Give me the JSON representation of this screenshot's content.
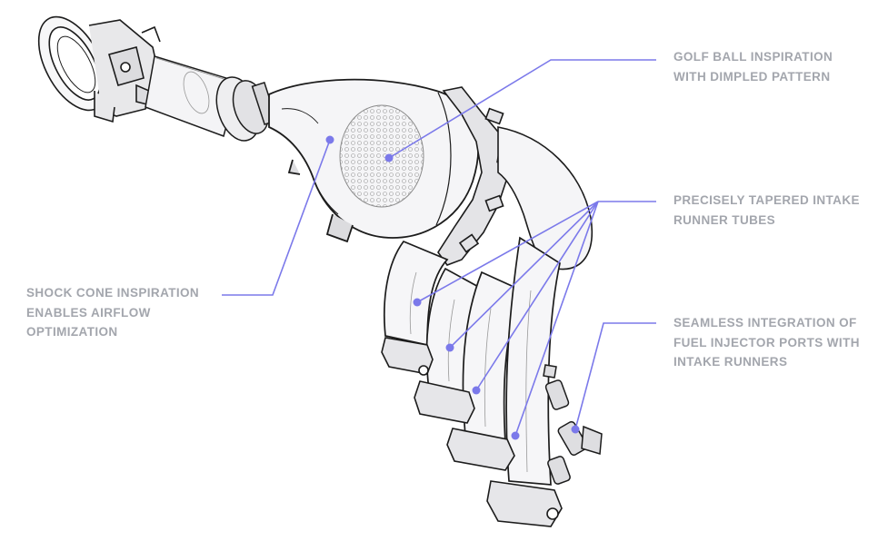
{
  "colors": {
    "accent": "#7b79ea",
    "label_text": "#a3a6ad",
    "line_art": "#1c1c1c",
    "fill": "#f3f3f5"
  },
  "callouts": {
    "golf_ball": {
      "line1": "GOLF BALL INSPIRATION",
      "line2": "WITH DIMPLED PATTERN"
    },
    "tapered_runners": {
      "line1": "PRECISELY TAPERED INTAKE",
      "line2": "RUNNER TUBES"
    },
    "injector_ports": {
      "line1": "SEAMLESS INTEGRATION OF",
      "line2": "FUEL INJECTOR PORTS WITH",
      "line3": "INTAKE RUNNERS"
    },
    "shock_cone": {
      "line1": "SHOCK CONE INSPIRATION",
      "line2": "ENABLES AIRFLOW",
      "line3": "OPTIMIZATION"
    }
  }
}
